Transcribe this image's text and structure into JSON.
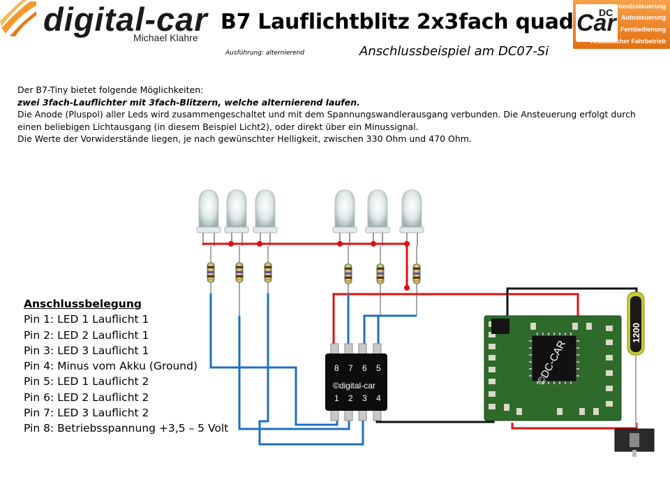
{
  "header": {
    "logo_text": "digital-car",
    "logo_sub": "Michael Klahre",
    "title": "B7 Lauflichtblitz 2x3fach quad",
    "variant": "Ausführung: alternierend",
    "subtitle": "Anschlussbeispiel am DC07-Si"
  },
  "badge": {
    "dc": "DC",
    "car": "Car",
    "lines": [
      "Abstandssteuerung",
      "Autosteuerung",
      "Fernbedienung",
      "Realistischer Fahrbetrieb"
    ]
  },
  "description": {
    "intro": "Der B7-Tiny bietet folgende Möglichkeiten:",
    "emphasis": "zwei 3fach-Lauflichter mit 3fach-Blitzern, welche alternierend laufen.",
    "anode": "Die Anode (Pluspol) aller Leds wird zusammengeschaltet und mit dem Spannungswandlerausgang verbunden.  Die Ansteuerung erfolgt durch einen beliebigen Lichtausgang (in diesem Beispiel Licht2), oder direkt über ein Minussignal.",
    "resistors": "Die Werte der Vorwiderstände liegen, je nach gewünschter Helligkeit,  zwischen 330 Ohm und 470 Ohm."
  },
  "pinout": {
    "title": "Anschlussbelegung",
    "pins": [
      "Pin 1: LED 1 Lauflicht 1",
      "Pin 2: LED 2 Lauflicht 1",
      "Pin 3: LED 3 Lauflicht 1",
      "Pin 4: Minus vom Akku (Ground)",
      "Pin 5: LED 1 Lauflicht 2",
      "Pin 6: LED 2 Lauflicht 2",
      "Pin 7: LED 3 Lauflicht 2",
      "Pin 8: Betriebsspannung +3,5 – 5 Volt"
    ]
  },
  "chip": {
    "label": "©digital-car",
    "top_pins": [
      "8",
      "7",
      "6",
      "5"
    ],
    "bottom_pins": [
      "1",
      "2",
      "3",
      "4"
    ]
  },
  "board": {
    "label": "©DC-CAR",
    "battery_label": "1200"
  },
  "colors": {
    "anode_wire": "#e01010",
    "signal_wire": "#1e6fc8",
    "ground_wire": "#111111",
    "pcb": "#2e6a2a",
    "badge": "#ee8a2a"
  }
}
